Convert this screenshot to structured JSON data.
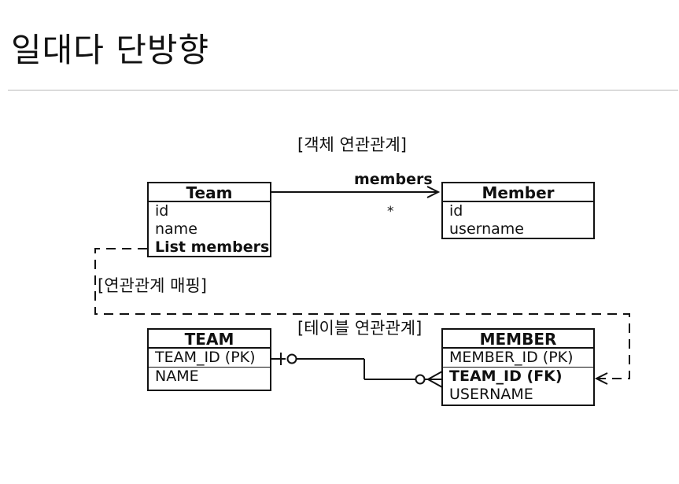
{
  "page": {
    "title": "일대다 단방향"
  },
  "object_section": {
    "caption": "[객체 연관관계]",
    "team": {
      "title": "Team",
      "fields": [
        "id",
        "name",
        "List members"
      ]
    },
    "member": {
      "title": "Member",
      "fields": [
        "id",
        "username"
      ]
    },
    "association_label": "members",
    "multiplicity": "*"
  },
  "mapping_label": "[연관관계 매핑]",
  "table_section": {
    "caption": "[테이블 연관관계]",
    "team_table": {
      "title": "TEAM",
      "pk": "TEAM_ID (PK)",
      "columns": [
        "NAME"
      ]
    },
    "member_table": {
      "title": "MEMBER",
      "pk": "MEMBER_ID (PK)",
      "fk": "TEAM_ID (FK)",
      "columns": [
        "USERNAME"
      ]
    }
  }
}
